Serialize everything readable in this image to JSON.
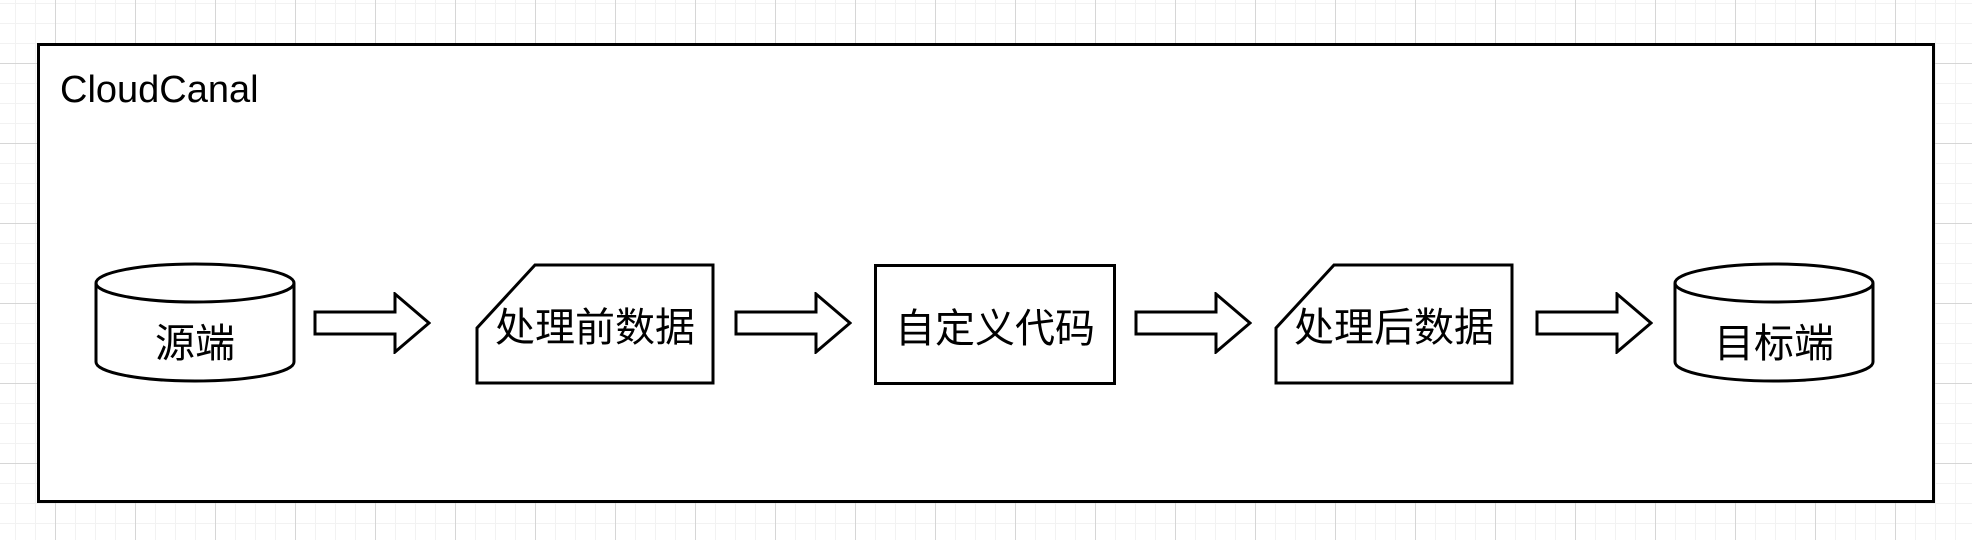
{
  "diagram": {
    "title": "CloudCanal",
    "nodes": [
      {
        "id": "source",
        "shape": "cylinder",
        "label": "源端"
      },
      {
        "id": "pre-process-data",
        "shape": "card",
        "label": "处理前数据"
      },
      {
        "id": "custom-code",
        "shape": "rectangle",
        "label": "自定义代码"
      },
      {
        "id": "post-process-data",
        "shape": "card",
        "label": "处理后数据"
      },
      {
        "id": "target",
        "shape": "cylinder",
        "label": "目标端"
      }
    ],
    "connectors": [
      {
        "from": "source",
        "to": "pre-process-data",
        "icon": "flow-arrow-icon"
      },
      {
        "from": "pre-process-data",
        "to": "custom-code",
        "icon": "flow-arrow-icon"
      },
      {
        "from": "custom-code",
        "to": "post-process-data",
        "icon": "flow-arrow-icon"
      },
      {
        "from": "post-process-data",
        "to": "target",
        "icon": "flow-arrow-icon"
      }
    ],
    "colors": {
      "stroke": "#000000",
      "shape_fill": "#ffffff",
      "canvas": "#ffffff",
      "grid_minor": "#f2f2f2",
      "grid_major": "#d6d6d6"
    }
  }
}
